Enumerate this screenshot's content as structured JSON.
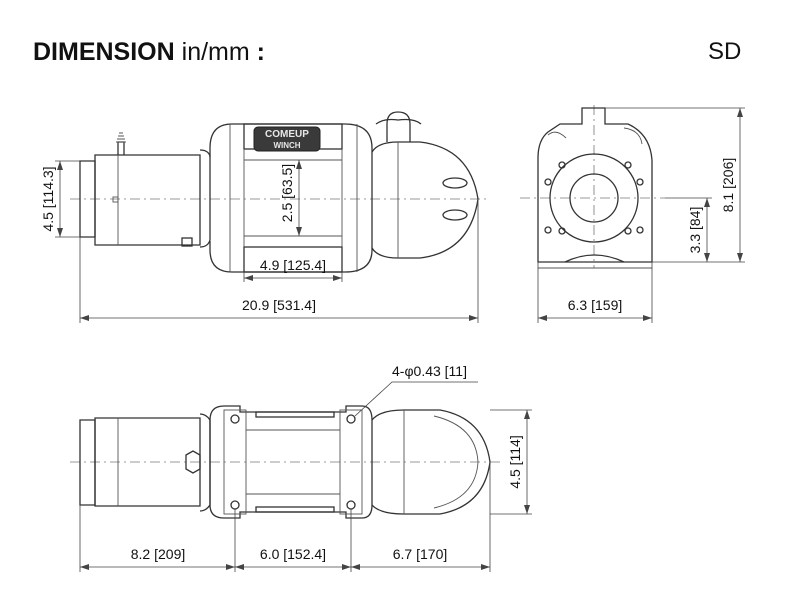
{
  "header": {
    "title_bold": "DIMENSION",
    "title_unit": "in/mm",
    "title_colon": ":",
    "model": "SD"
  },
  "brand": {
    "name": "COMEUP",
    "sub": "WINCH"
  },
  "dimensions": {
    "side_height": "4.5 [114.3]",
    "drum_height": "2.5 [63.5]",
    "drum_length": "4.9 [125.4]",
    "overall_length": "20.9 [531.4]",
    "end_height": "8.1 [206]",
    "axis_height": "3.3 [84]",
    "end_width": "6.3 [159]",
    "bolt_holes": "4-φ0.43 [11]",
    "top_depth": "4.5 [114]",
    "motor_length": "8.2 [209]",
    "bolt_spacing": "6.0 [152.4]",
    "gear_length": "6.7 [170]"
  }
}
